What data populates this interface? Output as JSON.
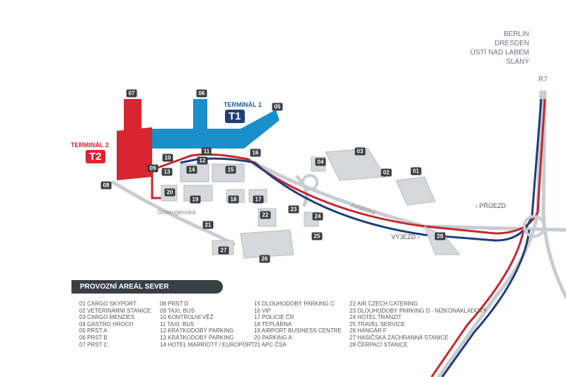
{
  "destinations": [
    "BERLIN",
    "DRESDEN",
    "ÚSTÍ NAD LABEM",
    "SLANÝ"
  ],
  "road_code": "R7",
  "terminal1": {
    "label": "TERMINÁL 1",
    "code": "T1",
    "color": "#1a8fc9"
  },
  "terminal2": {
    "label": "TERMINÁL 2",
    "code": "T2",
    "color": "#d9252f"
  },
  "roads": {
    "schengenska": "Schengenská",
    "aviaticka": "Aviatická",
    "arrival": "‹ PŘÍJEZD",
    "departure": "VÝJEZD ›"
  },
  "badges": [
    "07",
    "06",
    "05",
    "11",
    "16",
    "10",
    "12",
    "09",
    "14",
    "13",
    "15",
    "04",
    "03",
    "02",
    "01",
    "08",
    "20",
    "19",
    "18",
    "17",
    "23",
    "22",
    "24",
    "21",
    "25",
    "28",
    "27",
    "26"
  ],
  "legend": {
    "title": "PROVOZNÍ AREÁL SEVER",
    "columns": [
      [
        "01 CARGO SKYPORT",
        "02 VETERINÁRNÍ STANICE",
        "03 CARGO MENZIES",
        "04 GASTRO HROCH",
        "05 PRST A",
        "06 PRST B",
        "07 PRST C"
      ],
      [
        "08 PRST D",
        "09 TAXI, BUS",
        "10 KONTROLNÍ VĚŽ",
        "11 TAXI, BUS",
        "12 KRÁTKODOBÝ PARKING",
        "13 KRÁTKODOBÝ PARKING",
        "14 HOTEL MARRIOTT / EUROPORT"
      ],
      [
        "15 DLOUHODOBÝ PARKING C",
        "16 VIP",
        "17 POLICIE ČR",
        "18 TEPLÁRNA",
        "19 AIRPORT BUSINESS CENTRE",
        "20 PARKING A",
        "21 APC ČSA"
      ],
      [
        "22 AIR CZECH CATERING",
        "23 DLOUHODOBÝ PARKING D - NÍZKONÁKLADOVÝ",
        "24 HOTEL TRANZIT",
        "25 TRAVEL SERVICE",
        "26 HANGÁR F",
        "27 HASIČSKÁ ZÁCHRANNÁ STANICE",
        "28 ČERPACÍ STANICE"
      ]
    ]
  },
  "colors": {
    "route_red": "#c8262f",
    "route_blue": "#1f3f7a",
    "road": "#c9ccd0",
    "building": "#d6d8db"
  }
}
